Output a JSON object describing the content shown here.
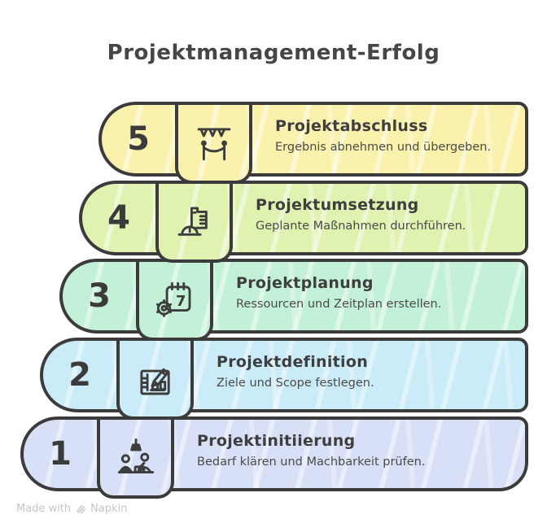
{
  "title": "Projektmanagement-Erfolg",
  "steps": [
    {
      "number": "5",
      "title": "Projektabschluss",
      "description": "Ergebnis abnehmen und übergeben.",
      "icon": "celebration-garland-icon",
      "fill": "#FAF2AC"
    },
    {
      "number": "4",
      "title": "Projektumsetzung",
      "description": "Geplante Maßnahmen durchführen.",
      "icon": "construction-building-icon",
      "fill": "#DFF2B0"
    },
    {
      "number": "3",
      "title": "Projektplanung",
      "description": "Ressourcen und Zeitplan erstellen.",
      "icon": "calendar-gear-icon",
      "fill": "#C3F1D7"
    },
    {
      "number": "2",
      "title": "Projektdefinition",
      "description": "Ziele und Scope festlegen.",
      "icon": "plan-pencil-icon",
      "fill": "#CAEBF8"
    },
    {
      "number": "1",
      "title": "Projektinitiierung",
      "description": "Bedarf klären und Machbarkeit prüfen.",
      "icon": "meeting-people-icon",
      "fill": "#D7E0F7"
    }
  ],
  "calendar_icon_day": "7",
  "footer": {
    "made_with": "Made with",
    "brand": "Napkin"
  },
  "colors": {
    "outline": "#3B3B3B",
    "title_text": "#464646",
    "step_title_text": "#3E3E3E",
    "description_text": "#4A4A4A",
    "footer_text": "#C5C5C5",
    "background": "#FFFFFF"
  }
}
